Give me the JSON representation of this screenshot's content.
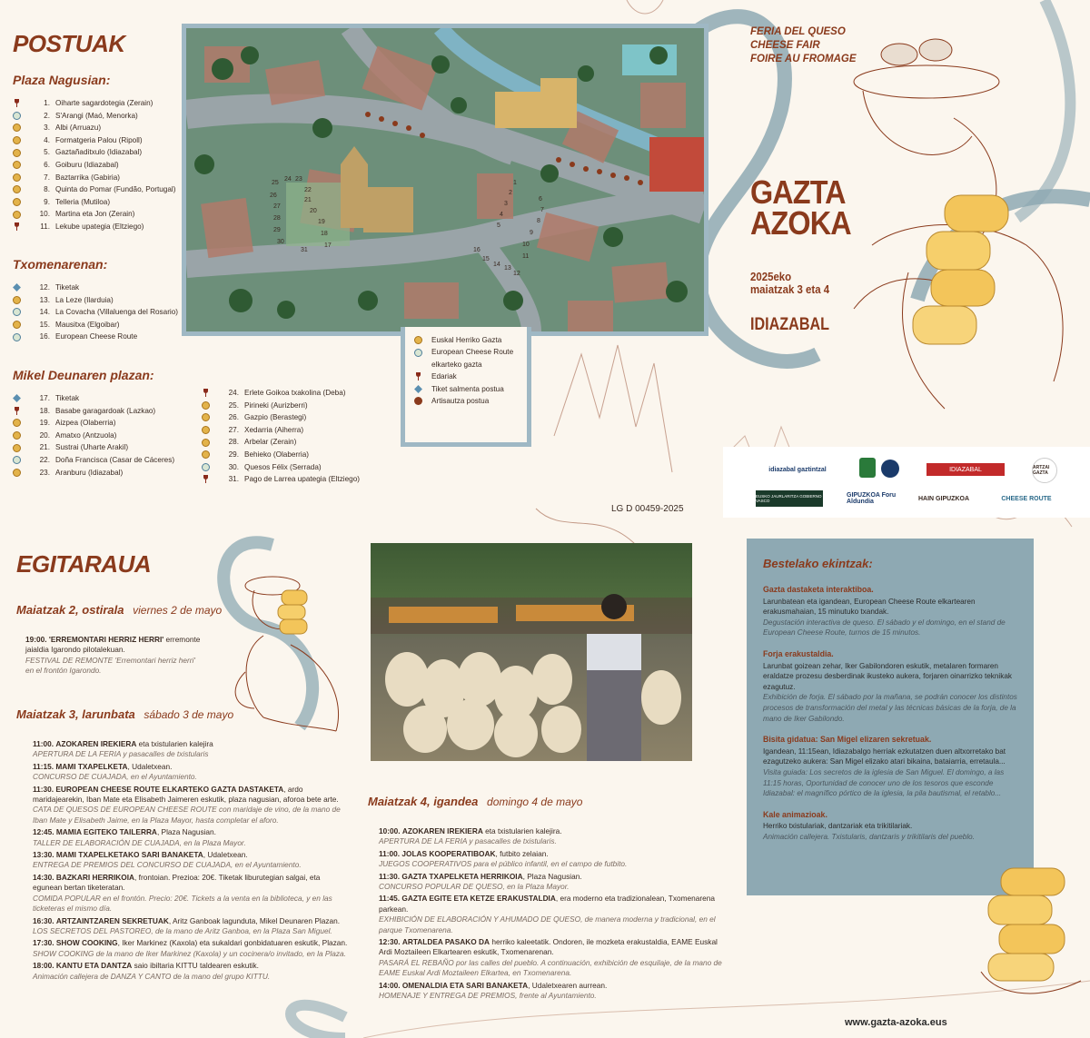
{
  "postuak": {
    "title": "POSTUAK",
    "groups": [
      {
        "title": "Plaza Nagusian:",
        "items": [
          {
            "icon": "drink",
            "num": "1.",
            "label": "Oiharte sagardotegia (Zerain)"
          },
          {
            "icon": "ecr",
            "num": "2.",
            "label": "S'Arangi (Maó, Menorka)"
          },
          {
            "icon": "cheese",
            "num": "3.",
            "label": "Albi (Arruazu)"
          },
          {
            "icon": "cheese",
            "num": "4.",
            "label": "Formatgeria Palou (Ripoll)"
          },
          {
            "icon": "cheese",
            "num": "5.",
            "label": "Gaztañaditxulo (Idiazabal)"
          },
          {
            "icon": "cheese",
            "num": "6.",
            "label": "Goiburu (Idiazabal)"
          },
          {
            "icon": "cheese",
            "num": "7.",
            "label": "Baztarrika (Gabiria)"
          },
          {
            "icon": "cheese",
            "num": "8.",
            "label": "Quinta do Pomar (Fundão, Portugal)"
          },
          {
            "icon": "cheese",
            "num": "9.",
            "label": "Telleria (Mutiloa)"
          },
          {
            "icon": "cheese",
            "num": "10.",
            "label": "Martina eta Jon (Zerain)"
          },
          {
            "icon": "drink",
            "num": "11.",
            "label": "Lekube upategia (Eltziego)"
          }
        ]
      },
      {
        "title": "Txomenarenan:",
        "items": [
          {
            "icon": "ticket",
            "num": "12.",
            "label": "Tiketak"
          },
          {
            "icon": "cheese",
            "num": "13.",
            "label": "La Leze (Ilarduia)"
          },
          {
            "icon": "ecr",
            "num": "14.",
            "label": "La Covacha (Villaluenga del Rosario)"
          },
          {
            "icon": "cheese",
            "num": "15.",
            "label": "Mausitxa (Elgoibar)"
          },
          {
            "icon": "ecr",
            "num": "16.",
            "label": "European Cheese Route"
          }
        ]
      },
      {
        "title": "Mikel Deunaren plazan:",
        "items": [
          {
            "icon": "ticket",
            "num": "17.",
            "label": "Tiketak"
          },
          {
            "icon": "drink",
            "num": "18.",
            "label": "Basabe garagardoak (Lazkao)"
          },
          {
            "icon": "cheese",
            "num": "19.",
            "label": "Aizpea (Olaberria)"
          },
          {
            "icon": "cheese",
            "num": "20.",
            "label": "Amatxo (Antzuola)"
          },
          {
            "icon": "cheese",
            "num": "21.",
            "label": "Sustrai (Uharte Arakil)"
          },
          {
            "icon": "ecr",
            "num": "22.",
            "label": "Doña Francisca (Casar de Cáceres)"
          },
          {
            "icon": "cheese",
            "num": "23.",
            "label": "Aranburu (Idiazabal)"
          }
        ]
      }
    ],
    "col2": [
      {
        "icon": "drink",
        "num": "24.",
        "label": "Erlete Goikoa txakolina (Deba)"
      },
      {
        "icon": "cheese",
        "num": "25.",
        "label": "Pirineki (Aurizberri)"
      },
      {
        "icon": "cheese",
        "num": "26.",
        "label": "Gazpio (Berastegi)"
      },
      {
        "icon": "cheese",
        "num": "27.",
        "label": "Xedarria (Aiherra)"
      },
      {
        "icon": "cheese",
        "num": "28.",
        "label": "Arbelar (Zerain)"
      },
      {
        "icon": "cheese",
        "num": "29.",
        "label": "Behieko (Olaberria)"
      },
      {
        "icon": "ecr",
        "num": "30.",
        "label": "Quesos Félix (Serrada)"
      },
      {
        "icon": "drink",
        "num": "31.",
        "label": "Pago de Larrea upategia (Eltziego)"
      }
    ]
  },
  "map_numbers": [
    "1",
    "2",
    "3",
    "4",
    "5",
    "6",
    "7",
    "8",
    "9",
    "10",
    "11",
    "12",
    "13",
    "14",
    "15",
    "16",
    "17",
    "18",
    "19",
    "20",
    "21",
    "22",
    "23",
    "24",
    "25",
    "26",
    "27",
    "28",
    "29",
    "30",
    "31"
  ],
  "legend": [
    {
      "icon": "cheese",
      "label": "Euskal Herriko Gazta"
    },
    {
      "icon": "ecr",
      "label": "European Cheese Route"
    },
    {
      "icon": "none",
      "label": "elkarteko gazta"
    },
    {
      "icon": "drink",
      "label": "Edariak"
    },
    {
      "icon": "ticket",
      "label": "Tiket salmenta postua"
    },
    {
      "icon": "dot",
      "label": "Artisautza postua"
    }
  ],
  "header": {
    "feria": [
      "FERIA DEL QUESO",
      "CHEESE FAIR",
      "FOIRE AU FROMAGE"
    ],
    "gazta": "GAZTA",
    "azoka": "AZOKA",
    "year": "2025eko",
    "dates": "maiatzak 3 eta 4",
    "place": "IDIAZABAL"
  },
  "logos": [
    "idiazabal gaztintzal",
    "IDIAZABAL",
    "ARTZAI GAZTA",
    "EUSKO JAURLARITZA GOBIERNO VASCO",
    "GIPUZKOA Foru Aldundia",
    "HAIN GIPUZKOA",
    "CHEESE ROUTE"
  ],
  "legal": "LG D 00459-2025",
  "egitaraua": {
    "title": "EGITARAUA",
    "days": [
      {
        "head": "Maiatzak 2, ostirala",
        "head_es": "viernes 2 de mayo",
        "events": [
          {
            "time": "19:00.",
            "bold": "'ERREMONTARI HERRIZ HERRI'",
            "text": " erremonte jaialdia Igarondo pilotalekuan.",
            "es": "FESTIVAL DE REMONTE 'Erremontari herriz herri' en el frontón Igarondo."
          }
        ]
      },
      {
        "head": "Maiatzak 3, larunbata",
        "head_es": "sábado 3 de mayo",
        "events": [
          {
            "time": "11:00.",
            "bold": "AZOKAREN IREKIERA",
            "text": " eta txistularien kalejira",
            "es": "APERTURA DE LA FERIA y pasacalles de txistularis"
          },
          {
            "time": "11:15.",
            "bold": "MAMI TXAPELKETA",
            "text": ", Udaletxean.",
            "es": "CONCURSO DE CUAJADA, en el Ayuntamiento."
          },
          {
            "time": "11:30.",
            "bold": "EUROPEAN CHEESE ROUTE ELKARTEKO GAZTA DASTAKETA",
            "text": ", ardo maridajearekin, Iban Mate eta Elisabeth Jaimeren eskutik, plaza nagusian, aforoa bete arte.",
            "es": "CATA DE QUESOS DE EUROPEAN CHEESE ROUTE con maridaje de vino, de la mano de Iban Mate y Elisabeth Jaime, en la Plaza Mayor, hasta completar el aforo."
          },
          {
            "time": "12:45.",
            "bold": "MAMIA EGITEKO TAILERRA",
            "text": ", Plaza Nagusian.",
            "es": "TALLER DE ELABORACIÓN DE CUAJADA, en la Plaza Mayor."
          },
          {
            "time": "13:30.",
            "bold": "MAMI TXAPELKETAKO SARI BANAKETA",
            "text": ", Udaletxean.",
            "es": "ENTREGA DE PREMIOS DEL CONCURSO DE CUAJADA, en el Ayuntamiento."
          },
          {
            "time": "14:30.",
            "bold": "BAZKARI HERRIKOIA",
            "text": ", frontoian. Prezioa: 20€. Tiketak liburutegian salgai, eta egunean bertan tiketeratan.",
            "es": "COMIDA POPULAR en el frontón. Precio: 20€. Tickets a la venta en la biblioteca, y en las ticketeras el mismo día."
          },
          {
            "time": "16:30.",
            "bold": "ARTZAINTZAREN SEKRETUAK",
            "text": ", Aritz Ganboak lagunduta, Mikel Deunaren Plazan.",
            "es": "LOS SECRETOS DEL PASTOREO, de la mano de Aritz Ganboa, en la Plaza San Miguel."
          },
          {
            "time": "17:30.",
            "bold": "SHOW COOKING",
            "text": ", Iker Markinez (Kaxola) eta sukaldari gonbidatuaren eskutik, Plazan.",
            "es": "SHOW COOKING de la mano de Iker Markinez (Kaxola) y un cocinera/o invitado, en la Plaza."
          },
          {
            "time": "18:00.",
            "bold": "KANTU ETA DANTZA",
            "text": " saio ibiltaria KITTU taldearen eskutik.",
            "es": "Animación callejera de DANZA Y CANTO de la mano del grupo KITTU."
          }
        ]
      },
      {
        "head": "Maiatzak 4, igandea",
        "head_es": "domingo 4 de mayo",
        "events": [
          {
            "time": "10:00.",
            "bold": "AZOKAREN IREKIERA",
            "text": " eta txistularien kalejira.",
            "es": "APERTURA DE LA FERIA y pasacalles de txistularis."
          },
          {
            "time": "11:00.",
            "bold": "JOLAS KOOPERATIBOAK",
            "text": ", futbito zelaian.",
            "es": "JUEGOS COOPERATIVOS para el público infantil, en el campo de futbito."
          },
          {
            "time": "11:30.",
            "bold": "GAZTA TXAPELKETA HERRIKOIA",
            "text": ", Plaza Nagusian.",
            "es": "CONCURSO POPULAR DE QUESO, en la Plaza Mayor."
          },
          {
            "time": "11:45.",
            "bold": "GAZTA EGITE ETA KETZE ERAKUSTALDIA",
            "text": ", era moderno eta tradizionalean, Txomenarena parkean.",
            "es": "EXHIBICIÓN DE ELABORACIÓN Y AHUMADO DE QUESO, de manera moderna y tradicional, en el parque Txomenarena."
          },
          {
            "time": "12:30.",
            "bold": "ARTALDEA PASAKO DA",
            "text": " herriko kaleetatik. Ondoren, ile mozketa erakustaldia, EAME Euskal Ardi Moztaileen Elkartearen eskutik, Txomenarenan.",
            "es": "PASARÁ EL REBAÑO por las calles del pueblo. A continuación, exhibición de esquilaje, de la mano de EAME Euskal Ardi Moztaileen Elkartea, en Txomenarena."
          },
          {
            "time": "14:00.",
            "bold": "OMENALDIA ETA SARI BANAKETA",
            "text": ", Udaletxearen aurrean.",
            "es": "HOMENAJE Y ENTREGA DE PREMIOS, frente al Ayuntamiento."
          }
        ]
      }
    ]
  },
  "bestelako": {
    "title": "Bestelako ekintzak:",
    "items": [
      {
        "t": "Gazta dastaketa interaktiboa.",
        "eu": "Larunbatean eta igandean, European Cheese Route elkartearen erakusmahaian, 15 minutuko txandak.",
        "es": "Degustación interactiva de queso. El sábado y el domingo, en el stand de European Cheese Route, turnos de 15 minutos."
      },
      {
        "t": "Forja erakustaldia.",
        "eu": "Larunbat goizean zehar, Iker Gabilondoren eskutik, metalaren formaren eraldatze prozesu desberdinak ikusteko aukera, forjaren oinarrizko teknikak ezagutuz.",
        "es": "Exhibición de forja. El sábado por la mañana, se podrán conocer los distintos procesos de transformación del metal y las técnicas básicas de la forja, de la mano de Iker Gabilondo."
      },
      {
        "t": "Bisita gidatua: San Migel elizaren sekretuak.",
        "eu": "Igandean, 11:15ean, Idiazabalgo herriak ezkutatzen duen altxorretako bat ezagutzeko aukera: San Migel elizako atari bikaina, bataiarria, erretaula...",
        "es": "Visita guiada: Los secretos de la iglesia de San Miguel. El domingo, a las 11:15 horas, Oportunidad de conocer uno de los tesoros que esconde Idiazabal: el magnífico pórtico de la iglesia, la pila bautismal, el retablo..."
      },
      {
        "t": "Kale animazioak.",
        "eu": "Herriko txistulariak, dantzariak eta trikitilariak.",
        "es": "Animación callejera. Txistularis, dantzaris y trikitilaris del pueblo."
      }
    ]
  },
  "website": "www.gazta-azoka.eus",
  "colors": {
    "brown": "#8a3a1c",
    "teal": "#8ea9b3",
    "cream": "#fbf6ee",
    "cheese": "#f3c55a"
  }
}
